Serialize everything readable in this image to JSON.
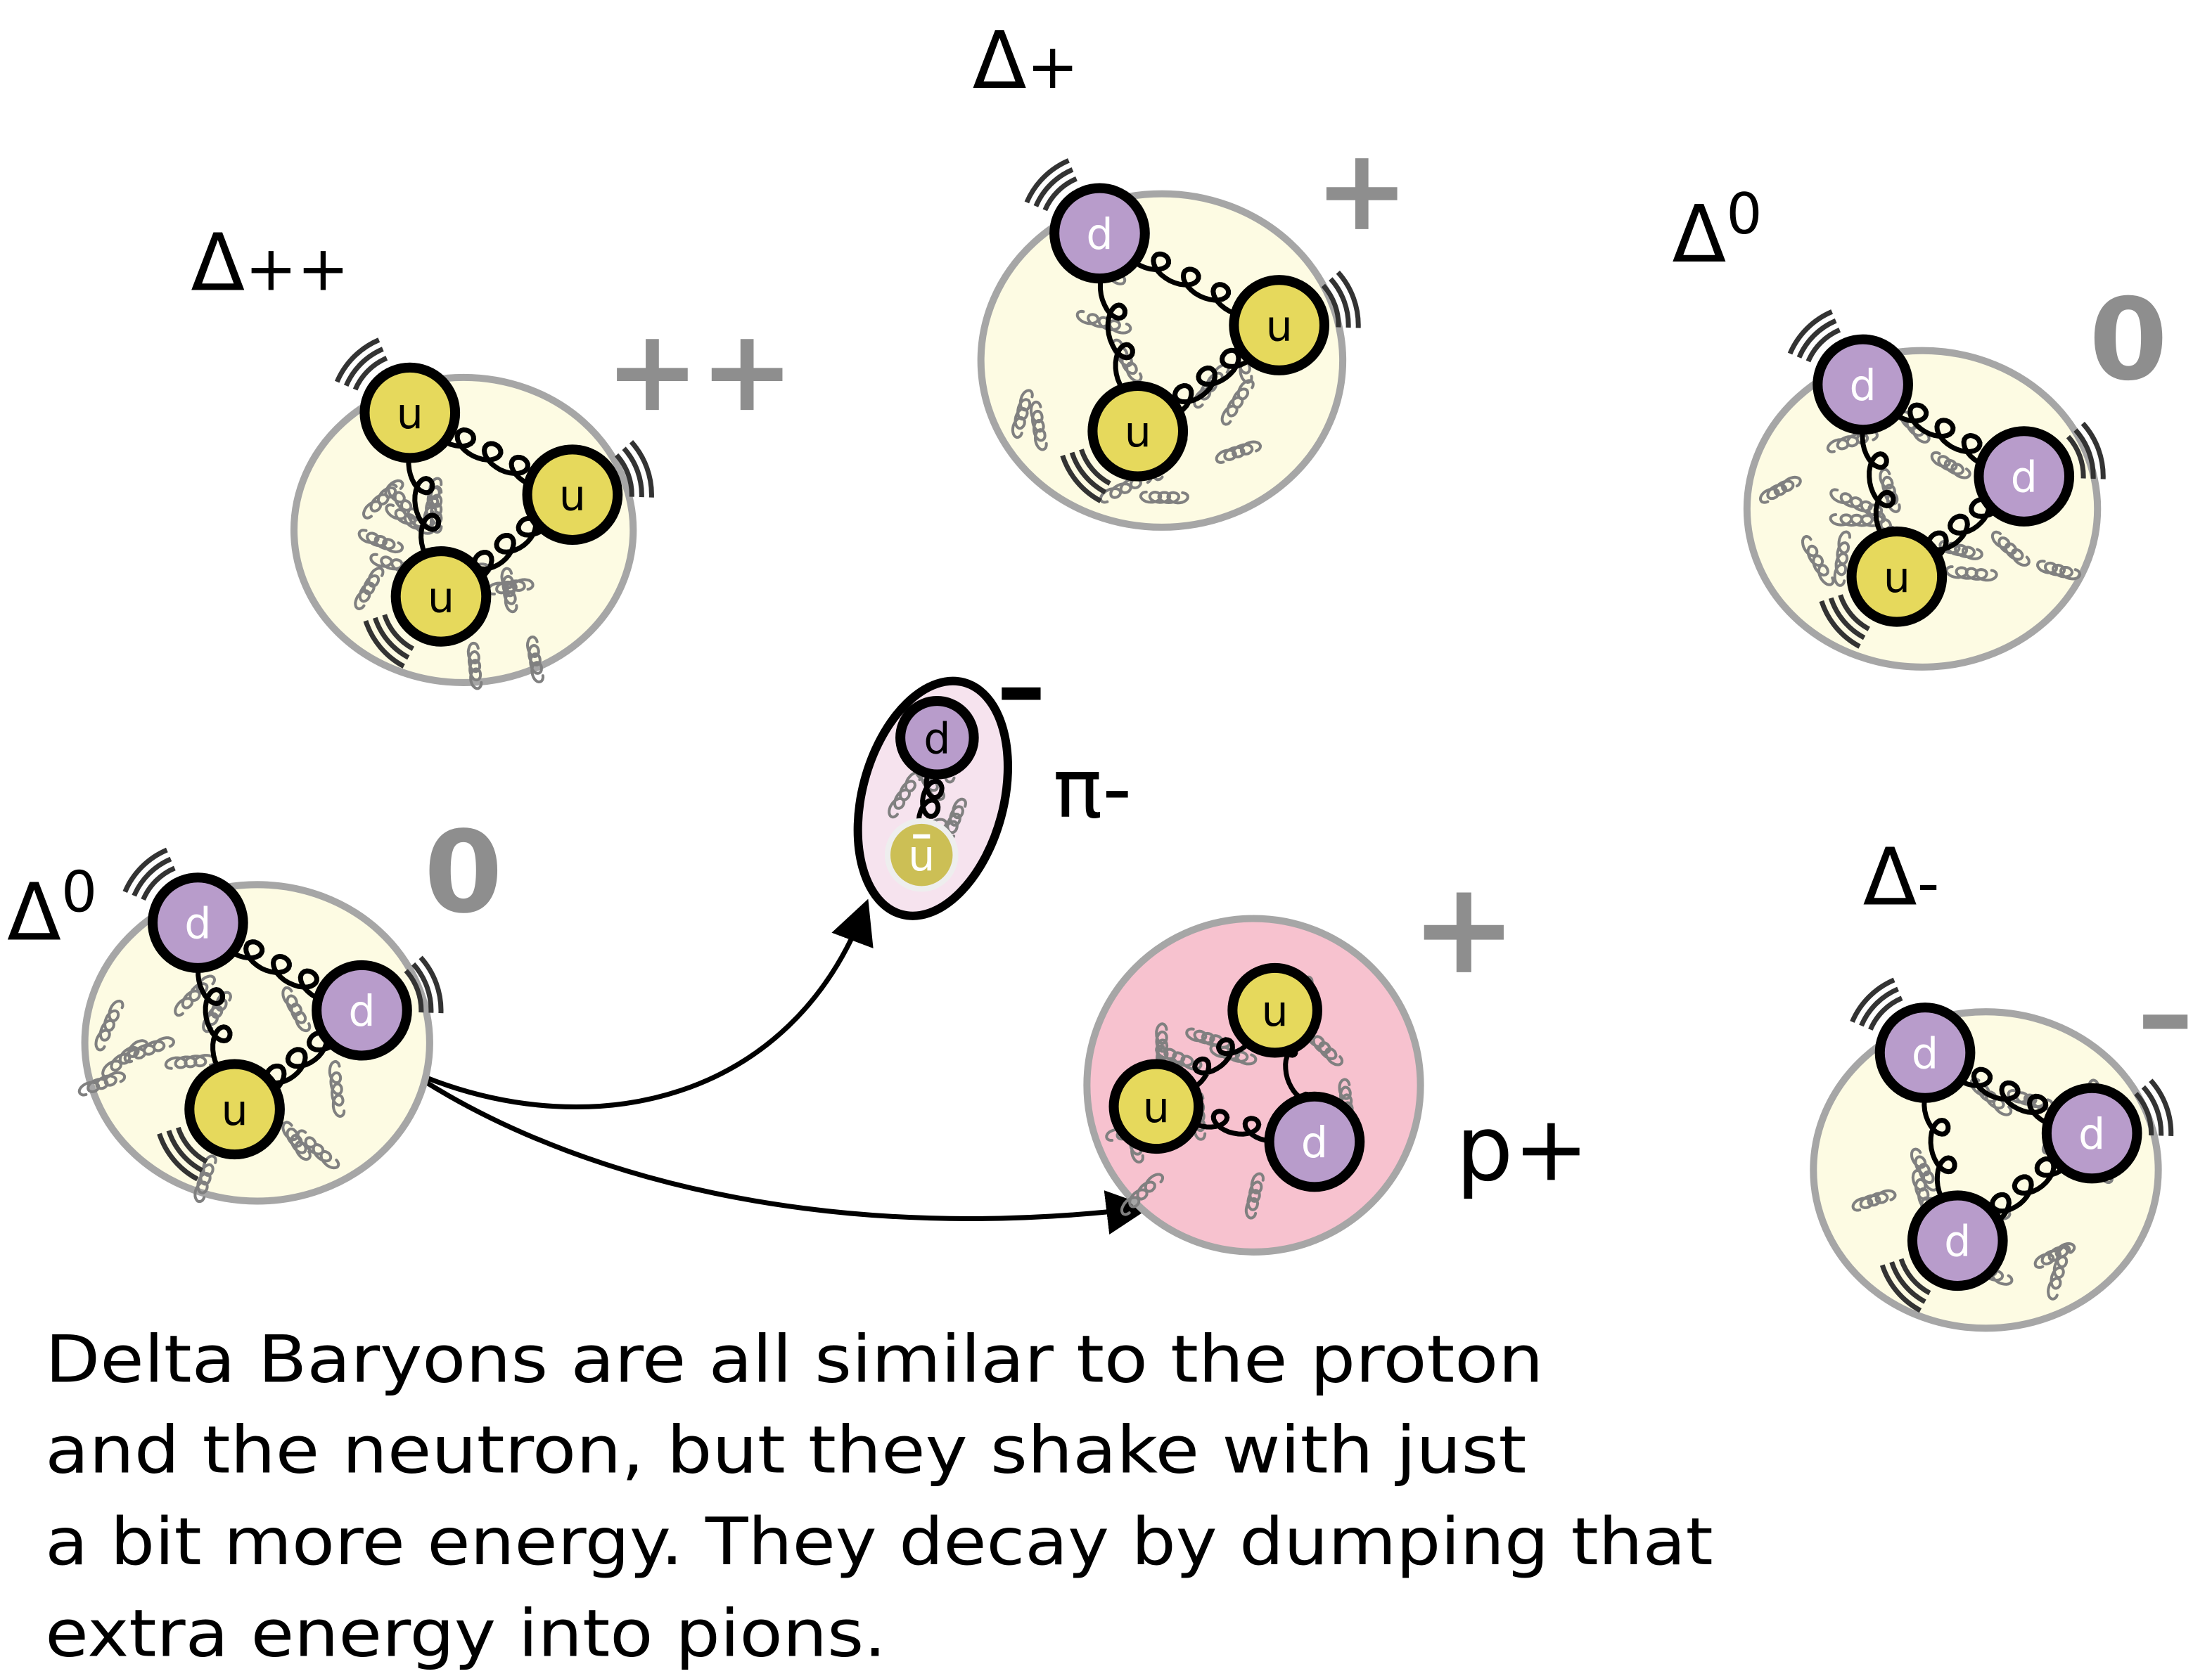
{
  "colors": {
    "baryon_fill": "#fdfbe3",
    "baryon_stroke": "#a6a6a6",
    "proton_fill": "#f7c2cf",
    "pion_fill": "#f6e3ee",
    "up_quark": "#e6d95c",
    "down_quark": "#b89ccb",
    "antiup_quark": "#ccbf55",
    "charge_gray": "#8e8e8e"
  },
  "baryons": [
    {
      "id": "delta-plus-plus",
      "symbol": "Δ",
      "suffix": "++",
      "superscript": false,
      "charge": "++",
      "quarks": [
        "u",
        "u",
        "u"
      ]
    },
    {
      "id": "delta-plus",
      "symbol": "Δ",
      "suffix": "+",
      "superscript": false,
      "charge": "+",
      "quarks": [
        "d",
        "u",
        "u"
      ]
    },
    {
      "id": "delta-zero-right",
      "symbol": "Δ",
      "suffix": "0",
      "superscript": true,
      "charge": "0",
      "quarks": [
        "d",
        "d",
        "u"
      ]
    },
    {
      "id": "delta-zero-decaying",
      "symbol": "Δ",
      "suffix": "0",
      "superscript": true,
      "charge": "0",
      "quarks": [
        "d",
        "d",
        "u"
      ]
    },
    {
      "id": "delta-minus",
      "symbol": "Δ",
      "suffix": "-",
      "superscript": false,
      "charge": "–",
      "quarks": [
        "d",
        "d",
        "d"
      ]
    }
  ],
  "proton": {
    "label": "p+",
    "charge": "+",
    "quarks": [
      "u",
      "u",
      "d"
    ]
  },
  "pion": {
    "label": "π-",
    "charge": "–",
    "quarks": [
      "d",
      "u"
    ],
    "antiquark_index": 1
  },
  "caption": [
    "Delta Baryons are all similar to the proton",
    "and the neutron, but they shake with just",
    "a bit more energy. They decay by dumping that",
    "extra energy into pions."
  ]
}
